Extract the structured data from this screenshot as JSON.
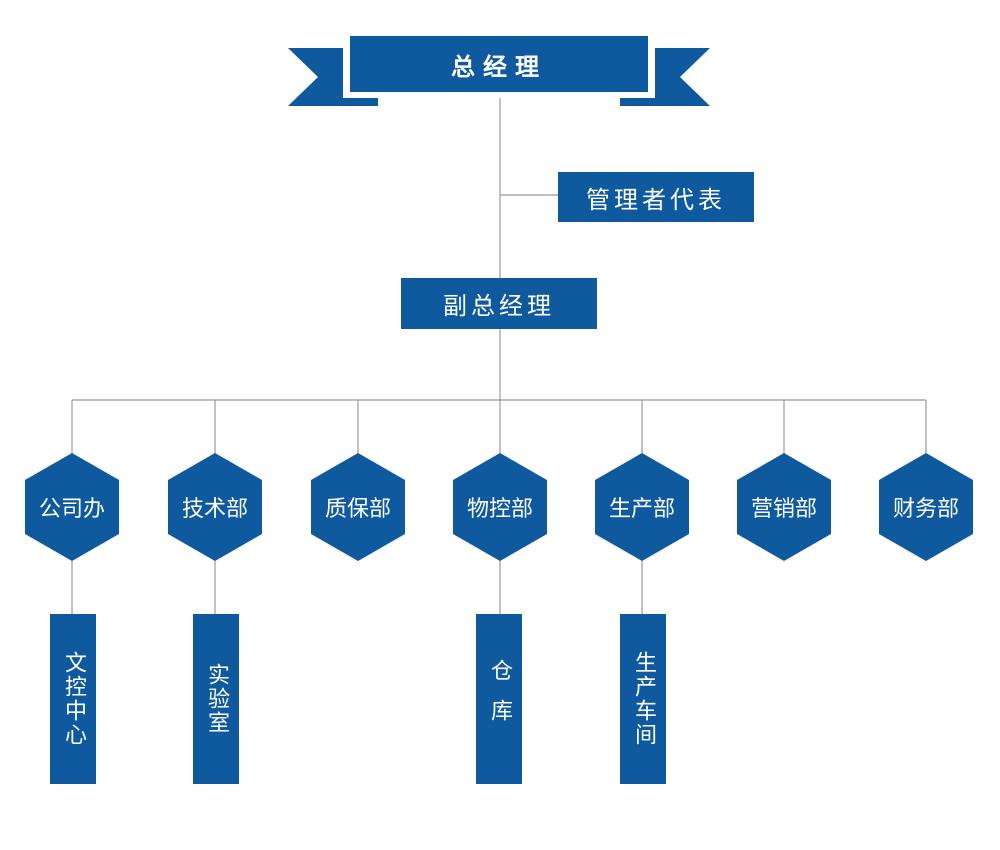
{
  "colors": {
    "primary": "#0f5a9e",
    "line": "#999999",
    "background": "#ffffff"
  },
  "ceo": {
    "label": "总经理"
  },
  "mgmt_rep": {
    "label": "管理者代表"
  },
  "deputy": {
    "label": "副总经理"
  },
  "departments": [
    {
      "label": "公司办"
    },
    {
      "label": "技术部"
    },
    {
      "label": "质保部"
    },
    {
      "label": "物控部"
    },
    {
      "label": "生产部"
    },
    {
      "label": "营销部"
    },
    {
      "label": "财务部"
    }
  ],
  "sub_units": [
    {
      "label": "文控中心",
      "parent": "公司办"
    },
    {
      "label": "实验室",
      "parent": "技术部"
    },
    {
      "label": "仓库",
      "parent": "物控部"
    },
    {
      "label": "生产车间",
      "parent": "生产部"
    }
  ]
}
